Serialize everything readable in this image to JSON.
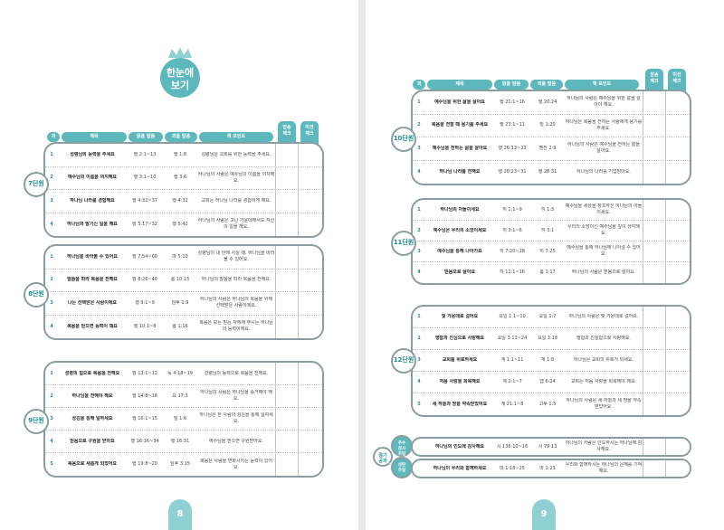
{
  "page_numbers": {
    "left": "8",
    "right": "9"
  },
  "logo": {
    "line1": "한눈에",
    "line2": "보기"
  },
  "headers": {
    "num": "과",
    "title": "제목",
    "read": "읽을 말씀",
    "memorize": "외울 말씀",
    "point": "핵 포인트",
    "attend_check": "암송\n체크",
    "mission_check": "미션\n체크"
  },
  "left_units": [
    {
      "label": "7단원",
      "rows": [
        {
          "n": "1",
          "title": "성령님의 능력을 주세요",
          "read": "행 2:1~13",
          "mem": "행 1:8",
          "point": "성령님은 교회를 위한 능력을 주세요."
        },
        {
          "n": "2",
          "title": "예수님의 이름을 의지해요",
          "read": "행 3:1~10",
          "mem": "행 3:6",
          "point": "하나님의 사람은 예수님의 이름을 의지해요."
        },
        {
          "n": "3",
          "title": "하나님 나라를 경험해요",
          "read": "행 4:32~37",
          "mem": "행 4:32",
          "point": "교회는 하나님 나라를 경험하게 해요."
        },
        {
          "n": "4",
          "title": "하나님의 말기신 일을 해요",
          "read": "행 5:17~32",
          "mem": "행 5:42",
          "point": "하나님의 사람은 고난 가운데에서도 자신의 일을 해요."
        }
      ]
    },
    {
      "label": "8단원",
      "rows": [
        {
          "n": "1",
          "title": "하나님을 바라볼 수 있어요",
          "read": "행 7:54~60",
          "mem": "마 5:10",
          "point": "성령님이 내 안에 사실 때, 하나님을 바라볼 수 있어요."
        },
        {
          "n": "2",
          "title": "말씀을 따라 복음을 전해요",
          "read": "행 8:26~40",
          "mem": "롬 10:15",
          "point": "하나님의 말씀을 따라 복음을 전해요."
        },
        {
          "n": "3",
          "title": "나는 선택받은 사람이에요",
          "read": "행 9:1~9",
          "mem": "딤후 1:9",
          "point": "하나님의 사람은 하나님의 복음을 위해 선택받은 사람이에요."
        },
        {
          "n": "4",
          "title": "복음을 믿으면 능력이 돼요",
          "read": "행 10:1~8",
          "mem": "롬 1:16",
          "point": "복음은 모든 믿는 자에게 주시는 하나님의 능력이에요."
        }
      ]
    },
    {
      "label": "9단원",
      "rows": [
        {
          "n": "1",
          "title": "성령의 힘으로 복음을 전해요",
          "read": "행 13:1~12",
          "mem": "눅 4:18~19",
          "point": "성령님의 능력으로 복음을 전해요."
        },
        {
          "n": "2",
          "title": "하나님을 전해야 해요",
          "read": "행 14:8~18",
          "mem": "요 17:3",
          "point": "하나님의 사람은 하나님을 증거해야 해요."
        },
        {
          "n": "3",
          "title": "성김을 통해 일하세요",
          "read": "행 16:1~15",
          "mem": "빌 1:6",
          "point": "하나님은 한 사람의 섬김을 통해 일하세요."
        },
        {
          "n": "4",
          "title": "믿음으로 구원을 받아요",
          "read": "행 16:16~34",
          "mem": "행 16:31",
          "point": "예수님을 믿으면 구원받아요."
        },
        {
          "n": "5",
          "title": "복음으로 새롭게 되었어요",
          "read": "행 19:8~20",
          "mem": "딤후 3:15",
          "point": "복음은 사람을 변화시키는 능력이 있어요."
        }
      ]
    }
  ],
  "right_units": [
    {
      "label": "10단원",
      "rows": [
        {
          "n": "1",
          "title": "예수님을 위한 삶을 살아요",
          "read": "행 21:1~16",
          "mem": "행 20:24",
          "point": "하나님의 사람은 예수님을 위한 삶을 살아야 해요."
        },
        {
          "n": "2",
          "title": "복음을 전할 때 용기를 주세요",
          "read": "행 23:1~11",
          "mem": "빌 1:20",
          "point": "하나님은 복음을 전하는 사람에게 용기를 주세요."
        },
        {
          "n": "3",
          "title": "예수님을 전하는 삶을 살아요",
          "read": "행 26:13~23",
          "mem": "벧전 2:9",
          "point": "하나님의 사람은 예수님을 전하는 삶을 살아요."
        },
        {
          "n": "4",
          "title": "하나님 나라를 전해요",
          "read": "행 28:23~31",
          "mem": "행 28:31",
          "point": "하나님의 나라를 기업받아요."
        }
      ]
    },
    {
      "label": "11단원",
      "rows": [
        {
          "n": "1",
          "title": "하나님의 아들이세요",
          "read": "히 1:1~9",
          "mem": "히 1:3",
          "point": "예수님을 세상을 창조하신 하나님의 아들이세요."
        },
        {
          "n": "2",
          "title": "예수님은 우리의 소망이세요",
          "read": "히 3:1~6",
          "mem": "히 3:1",
          "point": "우리의 소망이신 예수님을 깊이 생각해요."
        },
        {
          "n": "3",
          "title": "예수님을 통해 나아가요",
          "read": "히 7:20~28",
          "mem": "히 7:25",
          "point": "예수님을 통해 하나님께 나아갈 수 있어요."
        },
        {
          "n": "4",
          "title": "믿음으로 살아요",
          "read": "히 11:1~16",
          "mem": "롬 1:17",
          "point": "하나님의 사람은 믿음으로 살아요."
        }
      ]
    },
    {
      "label": "12단원",
      "rows": [
        {
          "n": "1",
          "title": "빛 가운데로 걸어요",
          "read": "요일 1:1~10",
          "mem": "요일 1:7",
          "point": "하나님의 사람은 빛 가운데로 걸어요."
        },
        {
          "n": "2",
          "title": "행함과 진심으로 사랑해요",
          "read": "요일 3:13~24",
          "mem": "요일 3:18",
          "point": "행함과 진실함으로 사랑해요."
        },
        {
          "n": "3",
          "title": "교회를 위로하세요",
          "read": "계 1:1~11",
          "mem": "계 1:8",
          "point": "하나님은 교회의 위로가 되세요."
        },
        {
          "n": "4",
          "title": "처음 사랑을 회복해요",
          "read": "계 2:1~7",
          "mem": "엡 6:24",
          "point": "교회는 처음 사랑을 회복해야 해요."
        },
        {
          "n": "5",
          "title": "새 하늘과 땅을 약속받았어요",
          "read": "계 21:1~8",
          "mem": "고후 1:5",
          "point": "하나님의 사람은 새 하늘과 새 땅을 약속받았어요."
        }
      ]
    }
  ],
  "special": [
    {
      "label": "추수\n감사\n주일",
      "title": "하나님의 인도에 감사해요",
      "read": "시 136:10~16",
      "mem": "시 79:13",
      "point": "하나님의 사람은 인도하시는 하나님께 감사해요."
    },
    {
      "label": "성탄\n주일",
      "title": "하나님이 우리와 함께하세요",
      "read": "마 1:18~25",
      "mem": "마 1:23",
      "point": "우리와 함께하시는 하나님의 은혜를 기억해요."
    }
  ],
  "special_group_label": "절기\n공과",
  "colors": {
    "teal": "#5cb8bc",
    "border": "#8a9ea2",
    "tab": "#8fd0d3"
  }
}
